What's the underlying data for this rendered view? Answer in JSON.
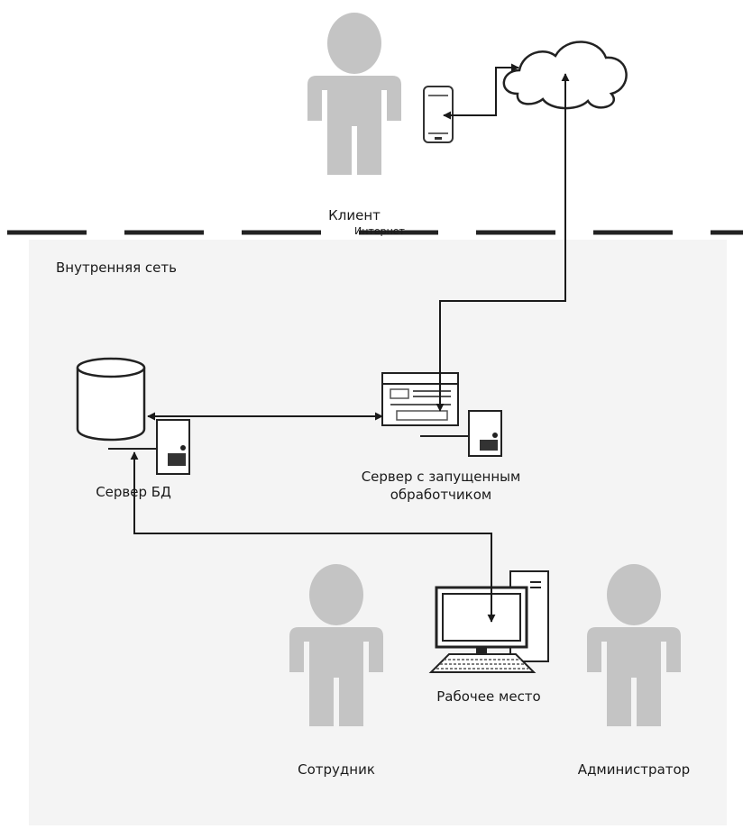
{
  "zones": {
    "internal_title": "Внутренняя сеть",
    "internet_label": "Интернет"
  },
  "nodes": {
    "client": {
      "label": "Клиент",
      "icon": "person-icon"
    },
    "phone": {
      "icon": "smartphone-icon"
    },
    "cloud": {
      "icon": "cloud-icon"
    },
    "db_server": {
      "label": "Сервер БД",
      "icons": [
        "database-icon",
        "server-icon"
      ]
    },
    "handler_server": {
      "label": "Сервер с запущенным обработчиком",
      "icons": [
        "browser-window-icon",
        "server-icon"
      ]
    },
    "workstation": {
      "label": "Рабочее место",
      "icon": "desktop-computer-icon"
    },
    "employee": {
      "label": "Сотрудник",
      "icon": "person-icon"
    },
    "admin": {
      "label": "Администратор",
      "icon": "person-icon"
    }
  },
  "colors": {
    "person": "#c4c4c4",
    "internal_zone": "#f4f4f4",
    "line": "#1a1a1a",
    "divider": "#222222"
  }
}
